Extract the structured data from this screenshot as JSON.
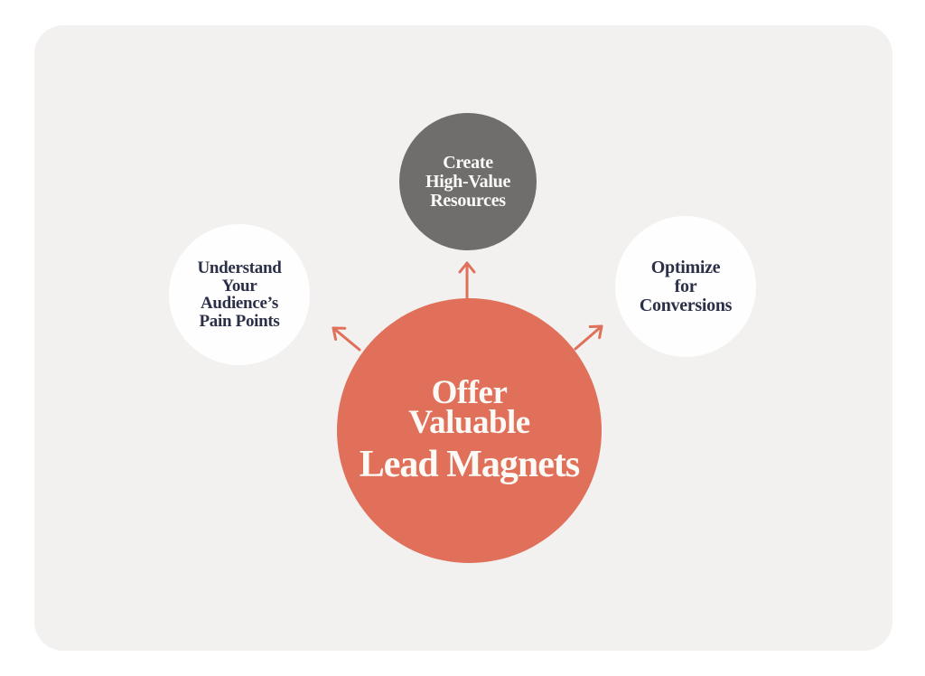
{
  "colors": {
    "page-bg": "#ffffff",
    "card-bg": "#f2f1f0",
    "accent": "#e0705a",
    "gray-node": "#6f6e6c",
    "navy-text": "#2b3048",
    "light-text": "#fcfaf6",
    "white-node": "#fefefe"
  },
  "diagram": {
    "center_node": {
      "line1": "Offer",
      "line2": "Valuable",
      "line3": "Lead Magnets"
    },
    "top_node": {
      "line1": "Create",
      "line2": "High-Value",
      "line3": "Resources"
    },
    "left_node": {
      "line1": "Understand",
      "line2": "Your",
      "line3": "Audience’s",
      "line4": "Pain Points"
    },
    "right_node": {
      "line1": "Optimize",
      "line2": "for",
      "line3": "Conversions"
    }
  }
}
